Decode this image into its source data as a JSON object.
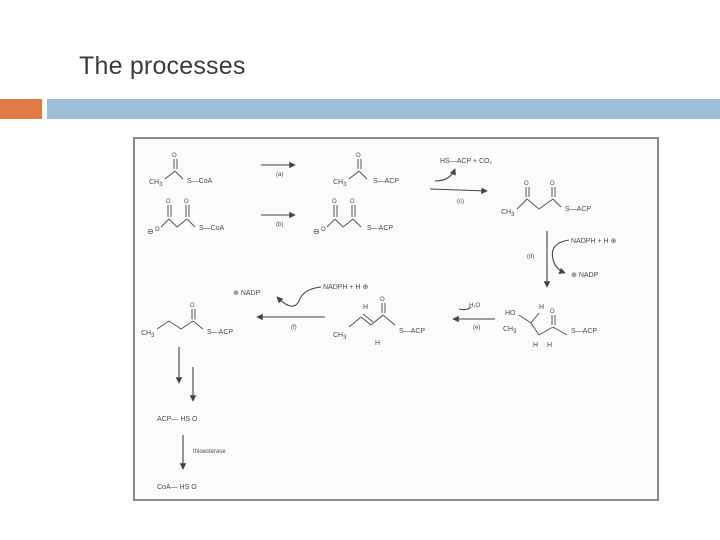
{
  "slide": {
    "title": "The processes",
    "accent_color": "#e07b45",
    "rule_color": "#9dbdd9"
  },
  "diagram": {
    "acetyl_coa": {
      "c1": "CH",
      "sub": "3",
      "tail": "S—CoA"
    },
    "step_a": "(a)",
    "acetyl_acp": {
      "c1": "CH",
      "sub": "3",
      "tail": "S—ACP"
    },
    "malonyl_coa": {
      "tail": "S—CoA"
    },
    "step_b": "(b)",
    "malonyl_acp": {
      "tail": "S—ACP"
    },
    "byproducts_c": "HS—ACP + CO₂",
    "step_c": "(c)",
    "acetoacetyl": {
      "c1": "CH",
      "sub": "3",
      "tail": "S—ACP"
    },
    "nadph_1": "NADPH + H",
    "step_d": "(d)",
    "nadp_1": "NADP",
    "hydroxy": {
      "ho": "HO",
      "h_top": "H",
      "ch3": "CH",
      "sub": "3",
      "h_b1": "H",
      "h_b2": "H",
      "tail": "S—ACP"
    },
    "water": "H₂O",
    "step_e": "(e)",
    "enoyl": {
      "h_top": "H",
      "ch3": "CH",
      "sub": "3",
      "h_bot": "H",
      "tail": "S—ACP"
    },
    "nadp_2": "NADP",
    "nadph_2": "NADPH + H",
    "step_f": "(f)",
    "butyryl": {
      "c1": "CH",
      "sub": "3",
      "tail": "S—ACP"
    },
    "acp_product": "ACP— HS O",
    "enzyme": "thioesterase",
    "coa_product": "CoA— HS O"
  }
}
